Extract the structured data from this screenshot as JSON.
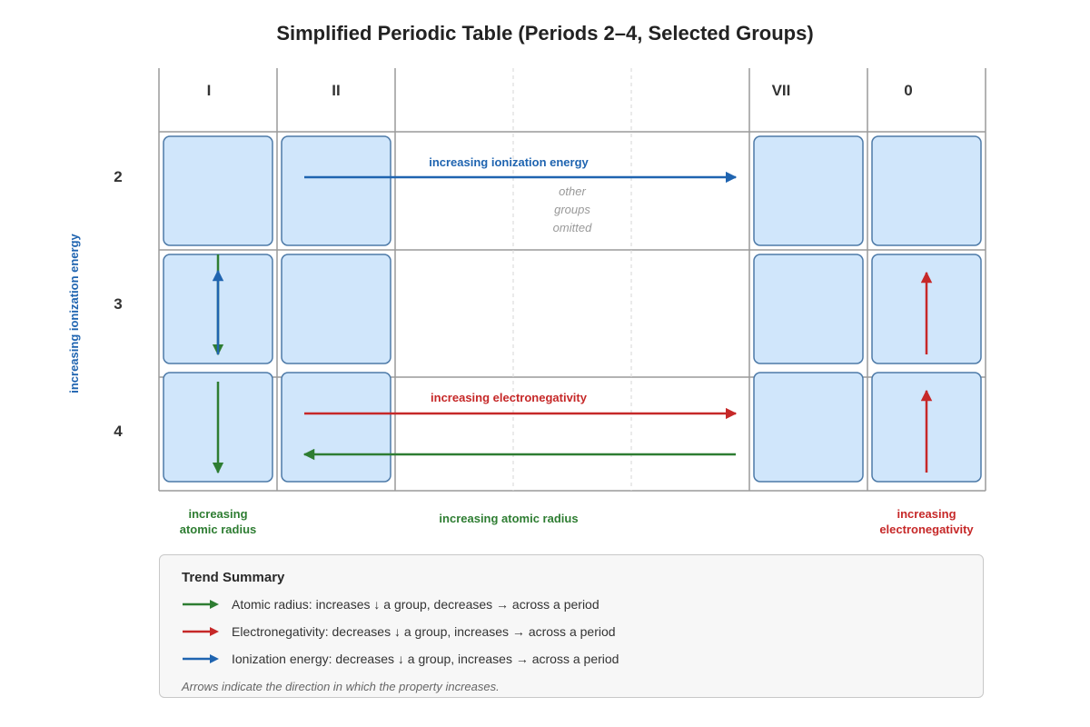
{
  "title": "Simplified Periodic Table (Periods 2–4, Selected Groups)",
  "groups": [
    "I",
    "II",
    "VII",
    "0"
  ],
  "periods": [
    "2",
    "3",
    "4"
  ],
  "omitted_note": [
    "other",
    "groups",
    "omitted"
  ],
  "trend_labels": {
    "ionization_across": "increasing ionization energy",
    "ionization_vertical": "increasing ionization energy",
    "electronegativity_across": "increasing electronegativity",
    "atomic_radius_group": [
      "increasing",
      "atomic radius"
    ],
    "atomic_radius_period": "increasing atomic radius",
    "electronegativity_group": [
      "increasing",
      "electronegativity"
    ]
  },
  "colors": {
    "atomic_radius": "#2e7d32",
    "electronegativity": "#c62828",
    "ionization_energy": "#1f64b0",
    "cell_fill": "#d0e6fb",
    "cell_stroke": "#4d7aa8",
    "grid": "#9a9a9a"
  },
  "legend": {
    "title": "Trend Summary",
    "items": [
      {
        "color": "#2e7d32",
        "text": "Atomic radius: increases ↓ a group, decreases → across a period"
      },
      {
        "color": "#c62828",
        "text": "Electronegativity: decreases ↓ a group, increases → across a period"
      },
      {
        "color": "#1f64b0",
        "text": "Ionization energy: decreases ↓ a group, increases → across a period"
      }
    ],
    "note": "Arrows indicate the direction in which the property increases."
  }
}
